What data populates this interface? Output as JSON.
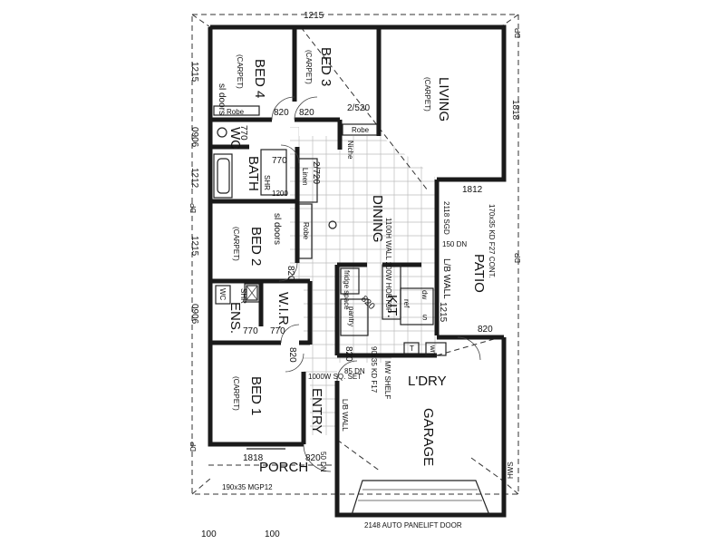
{
  "plan": {
    "rooms": {
      "bed4": "BED 4",
      "bed4_floor": "(CARPET)",
      "bed4_doors": "sl doors",
      "bed3": "BED 3",
      "bed3_floor": "(CARPET)",
      "living": "LIVING",
      "living_floor": "(CARPET)",
      "bed2": "BED 2",
      "bed2_floor": "(CARPET)",
      "bed2_doors": "sl doors",
      "bed1": "BED 1",
      "bed1_floor": "(CARPET)",
      "bath": "BATH",
      "wc": "WC",
      "ens": "ENS.",
      "wir": "W.I.R.",
      "dining": "DINING",
      "kit": "KIT.",
      "laundry": "L'DRY",
      "entry": "ENTRY",
      "garage": "GARAGE",
      "patio": "PATIO",
      "porch": "PORCH"
    },
    "labels": {
      "robe1": "Robe",
      "robe2": "Robe",
      "robe3": "Robe",
      "niche": "Niche",
      "linen": "Linen",
      "pantry": "pantry",
      "fridge_space": "fridge space",
      "dw": "dw",
      "ref": "ref",
      "s": "S",
      "wm": "wm",
      "t": "T",
      "shr1": "SHR",
      "shr2": "SHR",
      "wc_tag": "WC",
      "nib_wall": "1100H WALL 200W HOBTOP",
      "lb_wall": "L/B WALL",
      "lb_wall2": "L/B WALL",
      "kd_cont": "170x35 KD F27 CONT.",
      "kd_f17": "90x35 KD F17",
      "mw_shelf": "MW SHELF",
      "sq_set": "1000W SQ. SET",
      "mgp": "190x35 MGP12",
      "panelift": "2148 AUTO PANELIFT DOOR",
      "dp": "DP",
      "hws": "HWS"
    },
    "dims": {
      "top": "1215",
      "living_side": "1818",
      "left1": "1215",
      "left2": "0906",
      "left3": "1212",
      "left4": "1215",
      "left5": "0906",
      "patio_top": "1812",
      "patio_side": "1215",
      "porch": "1818",
      "d820a": "820",
      "d820b": "820",
      "d820c": "820",
      "d820d": "820",
      "d820e": "820",
      "d820f": "820",
      "d820g": "820",
      "d820h": "820",
      "d770a": "770",
      "d770b": "770",
      "d770c": "770",
      "d770d": "770",
      "d2_520": "2/520",
      "d2_720": "2/720",
      "d1200": "1200",
      "d2118": "2118 SGD",
      "d150dn": "150 DN",
      "d85dn": "85 DN",
      "d50dn": "50 DN",
      "bottom1": "100",
      "bottom2": "100"
    }
  }
}
